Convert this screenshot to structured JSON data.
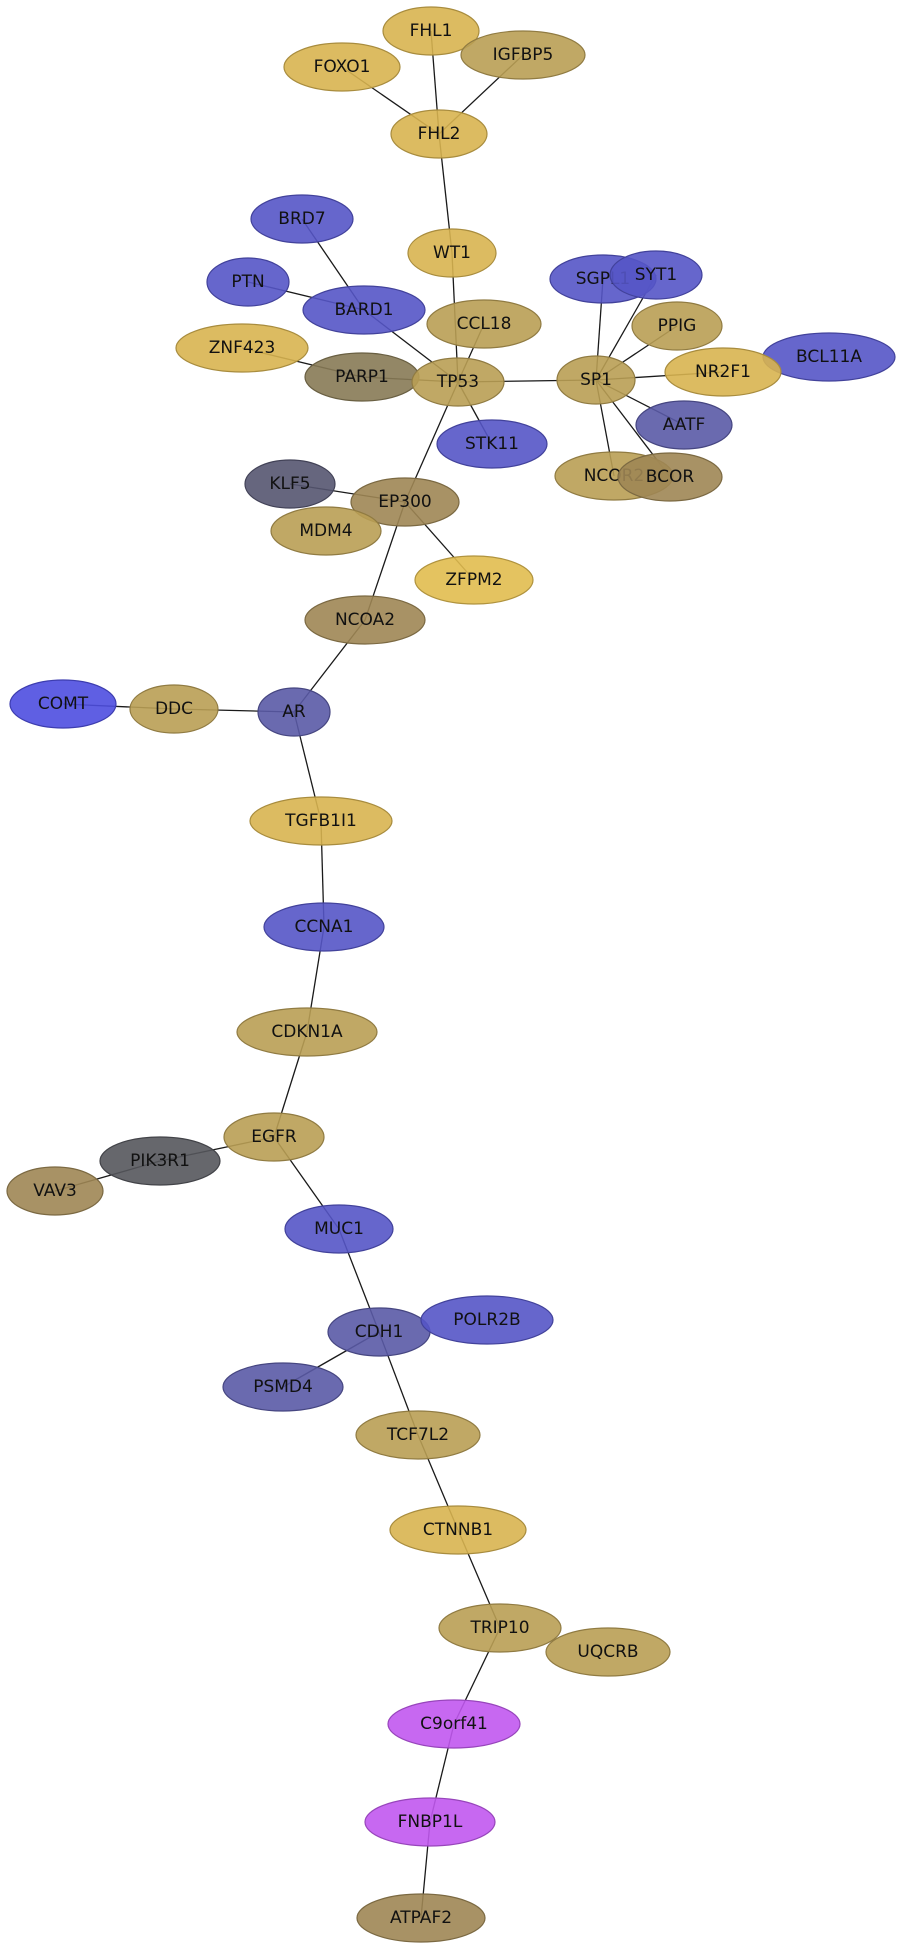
{
  "colors": {
    "gold": "#d8b450",
    "light_gold": "#e1bd4f",
    "tan": "#b99e54",
    "brown": "#9e8654",
    "dark_olive": "#877a55",
    "blue": "#5555c7",
    "slate_blue": "#5a5aa6",
    "dark_slate": "#555570",
    "dark_gray": "#55565c",
    "bright_blue": "#4e4ee0",
    "purple": "#c158f0"
  },
  "nodes": [
    {
      "id": "FHL1",
      "label": "FHL1",
      "color": "gold"
    },
    {
      "id": "FOXO1",
      "label": "FOXO1",
      "color": "gold"
    },
    {
      "id": "IGFBP5",
      "label": "IGFBP5",
      "color": "tan"
    },
    {
      "id": "FHL2",
      "label": "FHL2",
      "color": "gold"
    },
    {
      "id": "BRD7",
      "label": "BRD7",
      "color": "blue"
    },
    {
      "id": "WT1",
      "label": "WT1",
      "color": "gold"
    },
    {
      "id": "PTN",
      "label": "PTN",
      "color": "blue"
    },
    {
      "id": "BARD1",
      "label": "BARD1",
      "color": "blue"
    },
    {
      "id": "SGPL1",
      "label": "SGPL1",
      "color": "blue"
    },
    {
      "id": "SYT1",
      "label": "SYT1",
      "color": "blue"
    },
    {
      "id": "CCL18",
      "label": "CCL18",
      "color": "tan"
    },
    {
      "id": "PPIG",
      "label": "PPIG",
      "color": "tan"
    },
    {
      "id": "ZNF423",
      "label": "ZNF423",
      "color": "gold"
    },
    {
      "id": "BCL11A",
      "label": "BCL11A",
      "color": "blue"
    },
    {
      "id": "NR2F1",
      "label": "NR2F1",
      "color": "gold"
    },
    {
      "id": "PARP1",
      "label": "PARP1",
      "color": "dark_olive"
    },
    {
      "id": "TP53",
      "label": "TP53",
      "color": "tan"
    },
    {
      "id": "SP1",
      "label": "SP1",
      "color": "tan"
    },
    {
      "id": "AATF",
      "label": "AATF",
      "color": "slate_blue"
    },
    {
      "id": "STK11",
      "label": "STK11",
      "color": "blue"
    },
    {
      "id": "NCOR2",
      "label": "NCOR2",
      "color": "tan"
    },
    {
      "id": "BCOR",
      "label": "BCOR",
      "color": "brown"
    },
    {
      "id": "KLF5",
      "label": "KLF5",
      "color": "dark_slate"
    },
    {
      "id": "EP300",
      "label": "EP300",
      "color": "brown"
    },
    {
      "id": "MDM4",
      "label": "MDM4",
      "color": "tan"
    },
    {
      "id": "ZFPM2",
      "label": "ZFPM2",
      "color": "light_gold"
    },
    {
      "id": "NCOA2",
      "label": "NCOA2",
      "color": "brown"
    },
    {
      "id": "COMT",
      "label": "COMT",
      "color": "bright_blue"
    },
    {
      "id": "DDC",
      "label": "DDC",
      "color": "tan"
    },
    {
      "id": "AR",
      "label": "AR",
      "color": "slate_blue"
    },
    {
      "id": "TGFB1I1",
      "label": "TGFB1I1",
      "color": "gold"
    },
    {
      "id": "CCNA1",
      "label": "CCNA1",
      "color": "blue"
    },
    {
      "id": "CDKN1A",
      "label": "CDKN1A",
      "color": "tan"
    },
    {
      "id": "EGFR",
      "label": "EGFR",
      "color": "tan"
    },
    {
      "id": "PIK3R1",
      "label": "PIK3R1",
      "color": "dark_gray"
    },
    {
      "id": "VAV3",
      "label": "VAV3",
      "color": "brown"
    },
    {
      "id": "MUC1",
      "label": "MUC1",
      "color": "blue"
    },
    {
      "id": "CDH1",
      "label": "CDH1",
      "color": "slate_blue"
    },
    {
      "id": "POLR2B",
      "label": "POLR2B",
      "color": "blue"
    },
    {
      "id": "PSMD4",
      "label": "PSMD4",
      "color": "slate_blue"
    },
    {
      "id": "TCF7L2",
      "label": "TCF7L2",
      "color": "tan"
    },
    {
      "id": "CTNNB1",
      "label": "CTNNB1",
      "color": "gold"
    },
    {
      "id": "TRIP10",
      "label": "TRIP10",
      "color": "tan"
    },
    {
      "id": "UQCRB",
      "label": "UQCRB",
      "color": "tan"
    },
    {
      "id": "C9orf41",
      "label": "C9orf41",
      "color": "purple"
    },
    {
      "id": "FNBP1L",
      "label": "FNBP1L",
      "color": "purple"
    },
    {
      "id": "ATPAF2",
      "label": "ATPAF2",
      "color": "brown"
    }
  ],
  "edges": [
    [
      "FHL1",
      "FHL2"
    ],
    [
      "FOXO1",
      "FHL2"
    ],
    [
      "IGFBP5",
      "FHL2"
    ],
    [
      "FHL2",
      "WT1"
    ],
    [
      "WT1",
      "TP53"
    ],
    [
      "BRD7",
      "BARD1"
    ],
    [
      "PTN",
      "BARD1"
    ],
    [
      "BARD1",
      "TP53"
    ],
    [
      "ZNF423",
      "PARP1"
    ],
    [
      "PARP1",
      "TP53"
    ],
    [
      "CCL18",
      "TP53"
    ],
    [
      "STK11",
      "TP53"
    ],
    [
      "TP53",
      "SP1"
    ],
    [
      "TP53",
      "EP300"
    ],
    [
      "SGPL1",
      "SP1"
    ],
    [
      "SYT1",
      "SP1"
    ],
    [
      "PPIG",
      "SP1"
    ],
    [
      "NR2F1",
      "SP1"
    ],
    [
      "AATF",
      "SP1"
    ],
    [
      "NCOR2",
      "SP1"
    ],
    [
      "BCOR",
      "SP1"
    ],
    [
      "KLF5",
      "EP300"
    ],
    [
      "EP300",
      "ZFPM2"
    ],
    [
      "EP300",
      "NCOA2"
    ],
    [
      "NCOA2",
      "AR"
    ],
    [
      "COMT",
      "DDC"
    ],
    [
      "DDC",
      "AR"
    ],
    [
      "AR",
      "TGFB1I1"
    ],
    [
      "TGFB1I1",
      "CCNA1"
    ],
    [
      "CCNA1",
      "CDKN1A"
    ],
    [
      "CDKN1A",
      "EGFR"
    ],
    [
      "EGFR",
      "PIK3R1"
    ],
    [
      "PIK3R1",
      "VAV3"
    ],
    [
      "EGFR",
      "MUC1"
    ],
    [
      "MUC1",
      "CDH1"
    ],
    [
      "CDH1",
      "PSMD4"
    ],
    [
      "CDH1",
      "TCF7L2"
    ],
    [
      "TCF7L2",
      "CTNNB1"
    ],
    [
      "CTNNB1",
      "TRIP10"
    ],
    [
      "TRIP10",
      "C9orf41"
    ],
    [
      "C9orf41",
      "FNBP1L"
    ],
    [
      "FNBP1L",
      "ATPAF2"
    ]
  ]
}
